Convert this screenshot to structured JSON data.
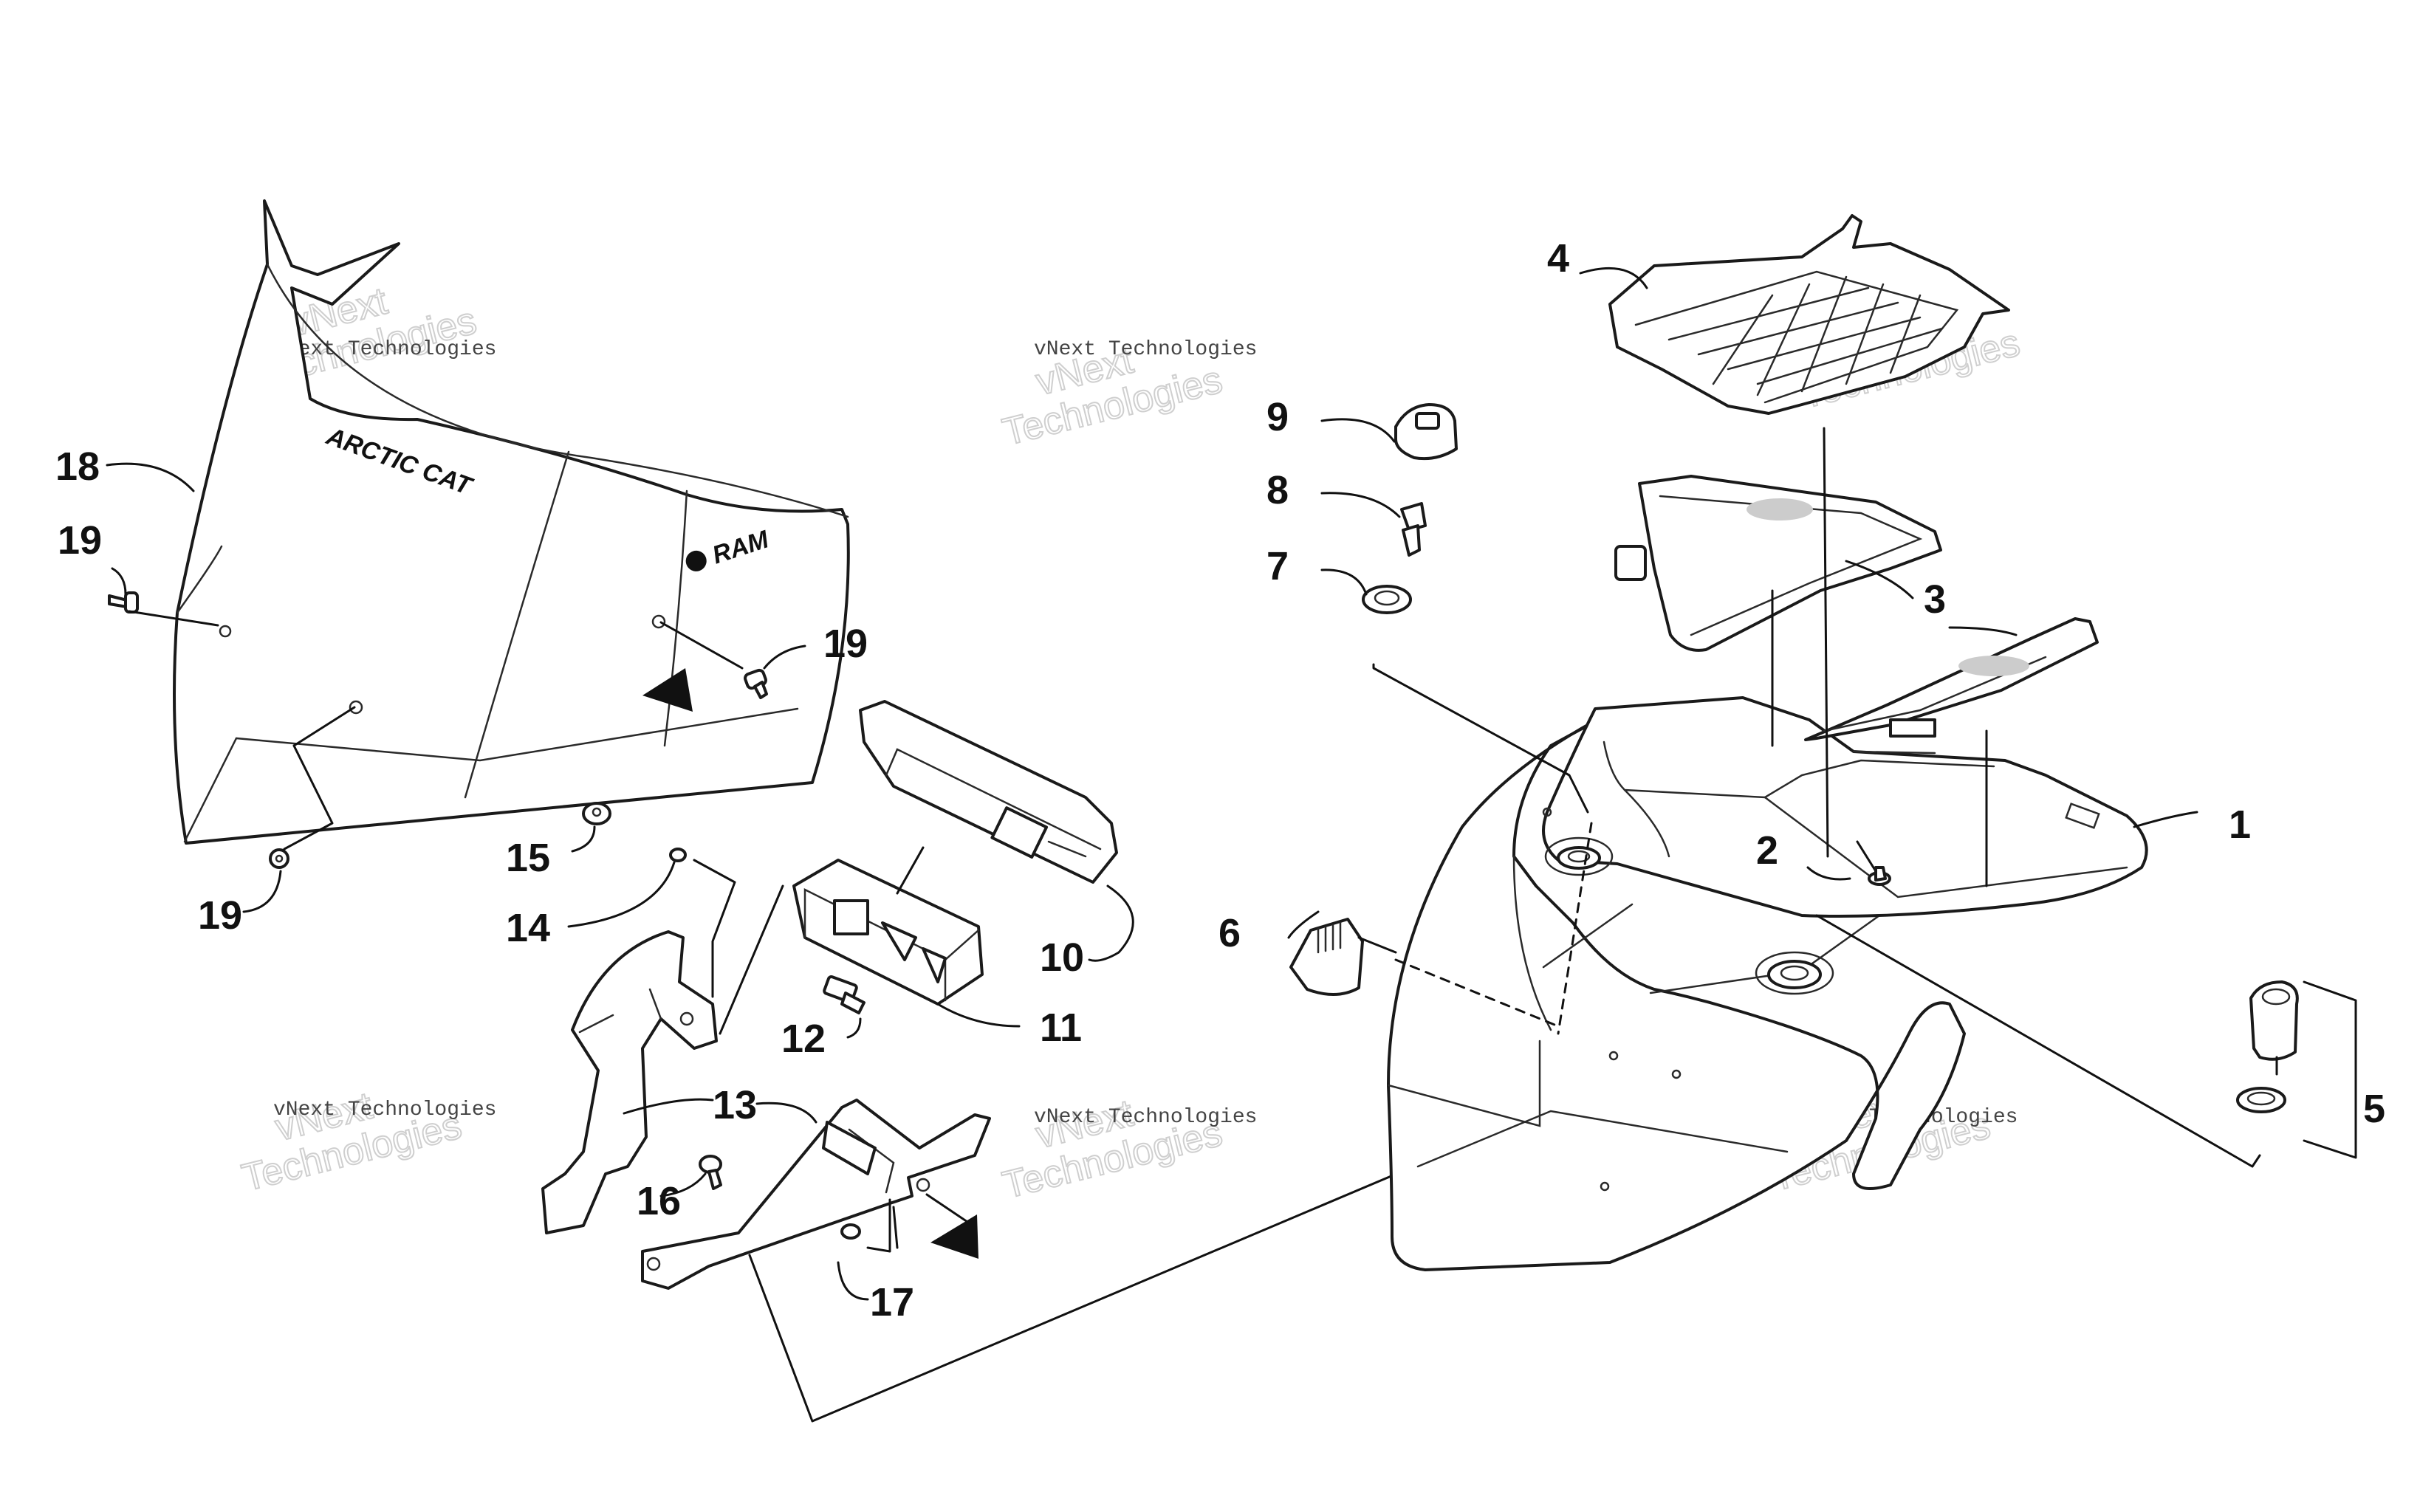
{
  "callouts": {
    "c1": "1",
    "c2": "2",
    "c3": "3",
    "c4": "4",
    "c5": "5",
    "c6": "6",
    "c7": "7",
    "c8": "8",
    "c9": "9",
    "c10": "10",
    "c11": "11",
    "c12": "12",
    "c13": "13",
    "c14": "14",
    "c15": "15",
    "c16": "16",
    "c17": "17",
    "c18": "18",
    "c19a": "19",
    "c19b": "19",
    "c19c": "19"
  },
  "labels": {
    "windshield_brand": "ARCTIC CAT",
    "side_brand": "RAM"
  },
  "watermark": {
    "line1": "vNext",
    "line2": "Technologies",
    "small": "vNext Technologies"
  },
  "colors": {
    "ink": "#1a1a1a",
    "watermark": "#cfcfcf"
  }
}
